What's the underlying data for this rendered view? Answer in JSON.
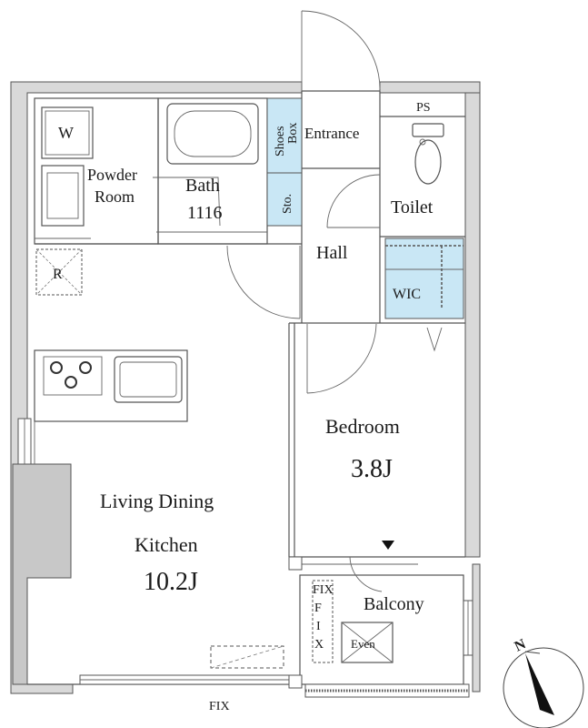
{
  "rooms": {
    "entrance": "Entrance",
    "shoes_box": [
      "Shoes",
      "Box"
    ],
    "storage": "Sto.",
    "powder_room": [
      "Powder",
      "Room"
    ],
    "bath": [
      "Bath",
      "1116"
    ],
    "toilet": "Toilet",
    "ps": "PS",
    "hall": "Hall",
    "wic": "WIC",
    "bedroom": [
      "Bedroom",
      "3.8J"
    ],
    "ldk": [
      "Living Dining",
      "Kitchen",
      "10.2J"
    ],
    "balcony": "Balcony"
  },
  "fixtures": {
    "washer": "W",
    "fridge": "R",
    "even": "Even",
    "fix_window": "FIX",
    "fix_vertical": [
      "F",
      "I",
      "X"
    ],
    "fix_bottom": "FIX"
  },
  "compass": {
    "label": "N"
  },
  "colors": {
    "storage_fill": "#c9e7f5",
    "wall_fill": "#d2d2d2",
    "line": "#555555"
  }
}
